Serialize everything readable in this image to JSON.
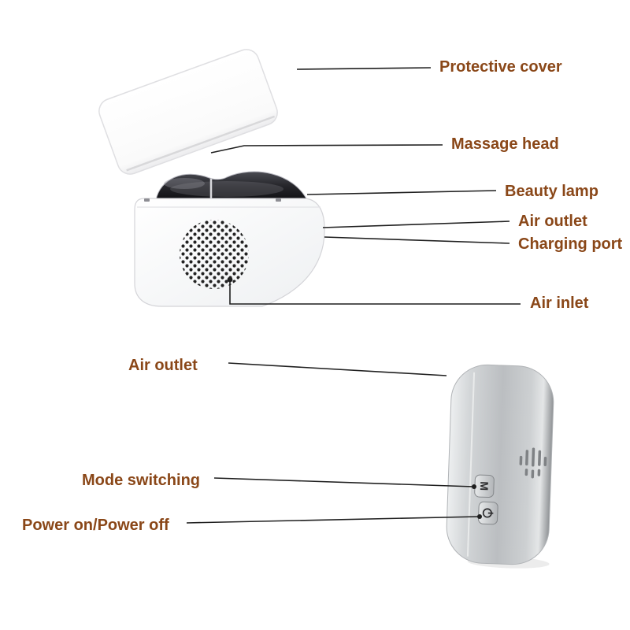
{
  "diagram": {
    "callouts": {
      "protective_cover": "Protective cover",
      "massage_head": "Massage head",
      "beauty_lamp": "Beauty lamp",
      "air_outlet_top": "Air outlet",
      "charging_port": "Charging port",
      "air_inlet": "Air inlet",
      "air_outlet_bottom": "Air outlet",
      "mode_switching": "Mode switching",
      "power": "Power on/Power off"
    },
    "device_buttons": {
      "mode_label": "M",
      "power_icon": "power-symbol"
    },
    "colors": {
      "label_text": "#8a4718",
      "callout_line": "#1f1f1f",
      "device_body_white": "#f4f4f6",
      "massage_head_dark": "#1b1b1f",
      "handheld_gray": "#bbbec1",
      "background": "#ffffff"
    }
  }
}
